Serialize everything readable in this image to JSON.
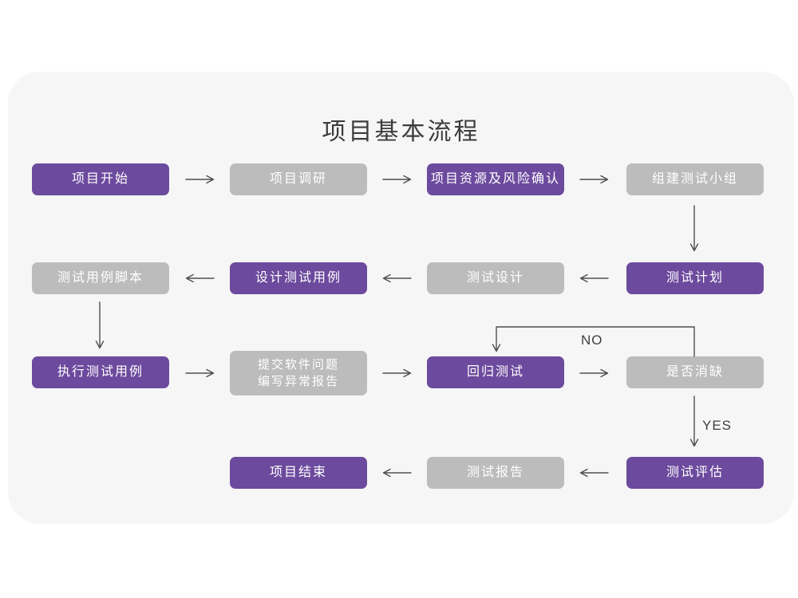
{
  "diagram": {
    "title": "项目基本流程",
    "colors": {
      "node_purple": "#6c4a9d",
      "node_gray": "#bcbcbc",
      "card_background": "#f6f6f6",
      "page_background": "#ffffff",
      "arrow": "#4f4f4f",
      "node_text": "#ffffff",
      "title_text": "#3c3c3c"
    },
    "nodes": [
      {
        "id": "project-start",
        "label": "项目开始",
        "variant": "purple"
      },
      {
        "id": "project-research",
        "label": "项目调研",
        "variant": "gray"
      },
      {
        "id": "project-resources-risk",
        "label": "项目资源及风险确认",
        "variant": "purple"
      },
      {
        "id": "build-test-team",
        "label": "组建测试小组",
        "variant": "gray"
      },
      {
        "id": "test-plan",
        "label": "测试计划",
        "variant": "purple"
      },
      {
        "id": "test-design",
        "label": "测试设计",
        "variant": "gray"
      },
      {
        "id": "design-test-cases",
        "label": "设计测试用例",
        "variant": "purple"
      },
      {
        "id": "test-case-scripts",
        "label": "测试用例脚本",
        "variant": "gray"
      },
      {
        "id": "execute-test-cases",
        "label": "执行测试用例",
        "variant": "purple"
      },
      {
        "id": "submit-issue-report",
        "label_line1": "提交软件问题",
        "label_line2": "编写异常报告",
        "variant": "gray"
      },
      {
        "id": "regression-test",
        "label": "回归测试",
        "variant": "purple"
      },
      {
        "id": "defect-cleared",
        "label": "是否消缺",
        "variant": "gray"
      },
      {
        "id": "test-evaluation",
        "label": "测试评估",
        "variant": "purple"
      },
      {
        "id": "test-report",
        "label": "测试报告",
        "variant": "gray"
      },
      {
        "id": "project-end",
        "label": "项目结束",
        "variant": "purple"
      }
    ],
    "decision_labels": {
      "no": "NO",
      "yes": "YES"
    },
    "edges": [
      {
        "from": "project-start",
        "to": "project-research"
      },
      {
        "from": "project-research",
        "to": "project-resources-risk"
      },
      {
        "from": "project-resources-risk",
        "to": "build-test-team"
      },
      {
        "from": "build-test-team",
        "to": "test-plan"
      },
      {
        "from": "test-plan",
        "to": "test-design"
      },
      {
        "from": "test-design",
        "to": "design-test-cases"
      },
      {
        "from": "design-test-cases",
        "to": "test-case-scripts"
      },
      {
        "from": "test-case-scripts",
        "to": "execute-test-cases"
      },
      {
        "from": "execute-test-cases",
        "to": "submit-issue-report"
      },
      {
        "from": "submit-issue-report",
        "to": "regression-test"
      },
      {
        "from": "regression-test",
        "to": "defect-cleared"
      },
      {
        "from": "defect-cleared",
        "to": "regression-test",
        "label": "NO"
      },
      {
        "from": "defect-cleared",
        "to": "test-evaluation",
        "label": "YES"
      },
      {
        "from": "test-evaluation",
        "to": "test-report"
      },
      {
        "from": "test-report",
        "to": "project-end"
      }
    ]
  }
}
